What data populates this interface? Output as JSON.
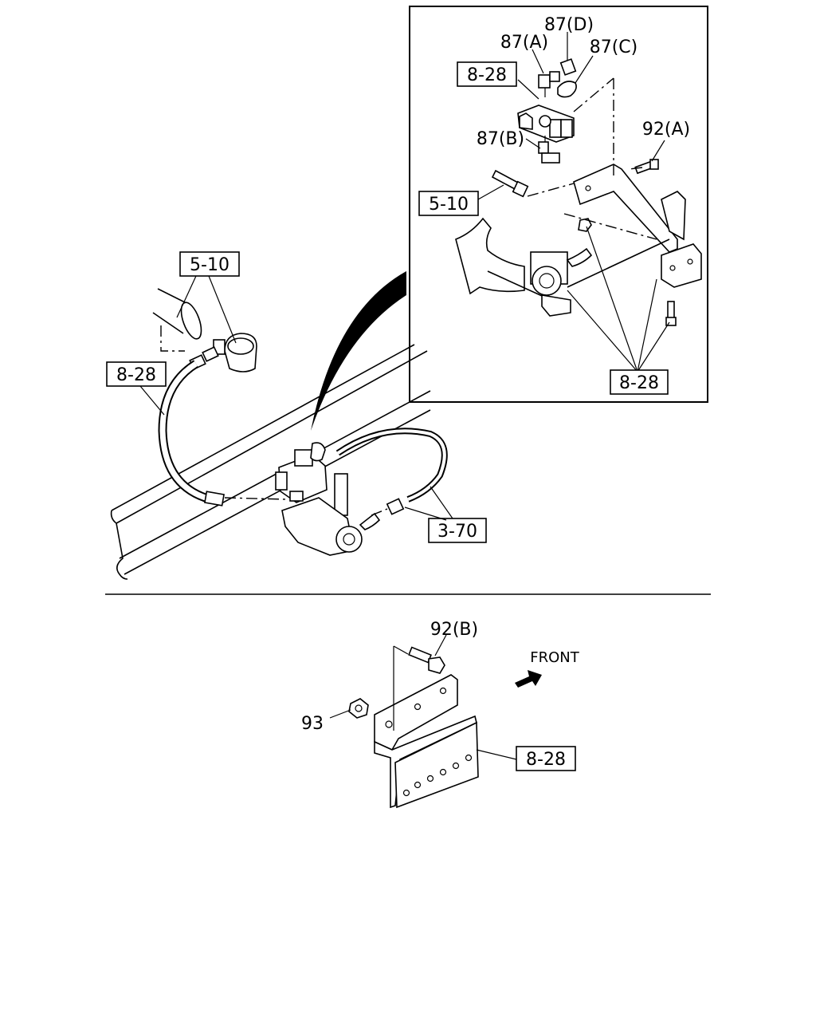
{
  "labels": {
    "callout_8_28_inset_top": "8-28",
    "callout_87_a": "87(A)",
    "callout_87_b": "87(B)",
    "callout_87_c": "87(C)",
    "callout_87_d": "87(D)",
    "callout_92_a": "92(A)",
    "callout_5_10_inset": "5-10",
    "callout_8_28_inset_bottom": "8-28",
    "callout_5_10_main": "5-10",
    "callout_8_28_main": "8-28",
    "callout_3_70": "3-70",
    "callout_92_b": "92(B)",
    "callout_93": "93",
    "callout_8_28_bracket": "8-28",
    "front_label": "FRONT"
  }
}
